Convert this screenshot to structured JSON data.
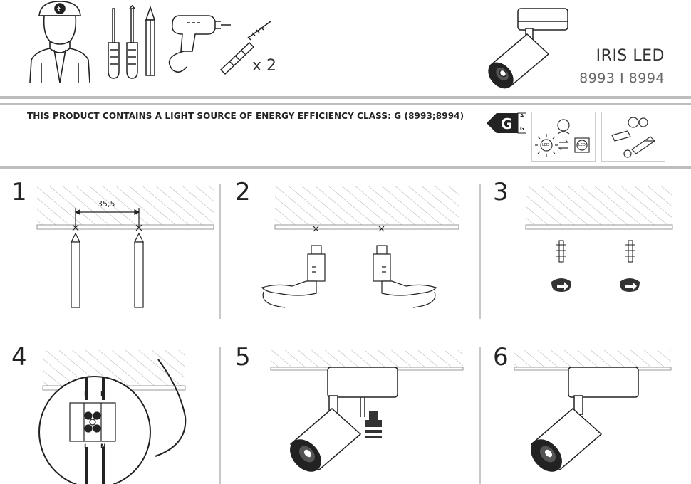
{
  "header": {
    "product_name": "IRIS LED",
    "product_codes": "8993 I 8994",
    "dowel_quantity": "x 2"
  },
  "tools": [
    {
      "name": "electrician-worker-icon"
    },
    {
      "name": "screwdriver-flat-icon"
    },
    {
      "name": "screwdriver-phillips-icon"
    },
    {
      "name": "pencil-icon"
    },
    {
      "name": "drill-icon"
    },
    {
      "name": "wall-plug-screw-icon"
    }
  ],
  "energy": {
    "statement": "THIS PRODUCT CONTAINS A LIGHT SOURCE OF ENERGY EFFICIENCY CLASS: G (8993;8994)",
    "class_letter": "G",
    "scale_top": "A",
    "scale_bottom": "G",
    "led_label": "LED"
  },
  "steps": [
    {
      "number": "1",
      "dimension": "35,5"
    },
    {
      "number": "2"
    },
    {
      "number": "3"
    },
    {
      "number": "4",
      "terminal_labels": [
        "L",
        "N",
        "L",
        "N"
      ]
    },
    {
      "number": "5"
    },
    {
      "number": "6"
    }
  ]
}
